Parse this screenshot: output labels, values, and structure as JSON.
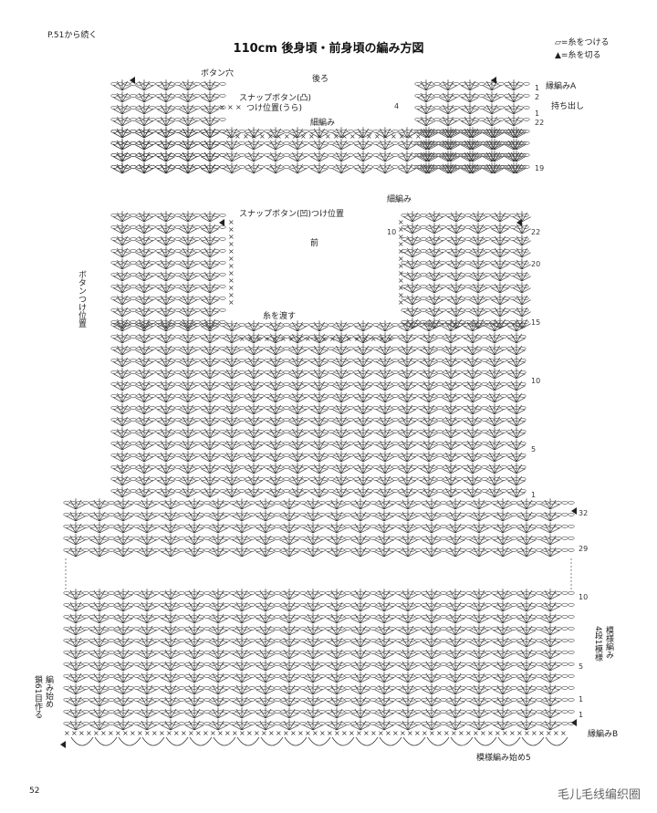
{
  "header": {
    "continued": "P.51から続く",
    "title": "110cm 後身頃・前身頃の編み方図",
    "page_number": "52"
  },
  "legend": {
    "attach": "=糸をつける",
    "cut": "=糸を切る"
  },
  "back": {
    "label": "後ろ",
    "button_hole": "ボタン穴",
    "snap_convex": "スナップボタン(凸)",
    "snap_convex_pos": "つけ位置(うら)",
    "fine_stitch": "細編み",
    "edge_a": "縁編みA",
    "overlap": "持ち出し",
    "rows": [
      "1",
      "2",
      "4",
      "1",
      "22",
      "19"
    ]
  },
  "front": {
    "label": "前",
    "fine_stitch": "細編み",
    "snap_concave": "スナップボタン(凹)つけ位置",
    "cross_yarn": "糸を渡す",
    "button_pos": "ボタンつけ位置",
    "start_row": "10",
    "rows": [
      "22",
      "20",
      "15",
      "10",
      "5",
      "1"
    ]
  },
  "body": {
    "rows": [
      "32",
      "29",
      "10",
      "5",
      "1",
      "1"
    ],
    "pattern_note": "模様編み",
    "pattern_repeat": "4段1模様",
    "start_note": "編み始め",
    "chain_note": "鎖61目作る",
    "edge_b": "縁編みB",
    "bottom_note": "模様編み始め5"
  },
  "watermark": "毛儿毛线编织圈"
}
